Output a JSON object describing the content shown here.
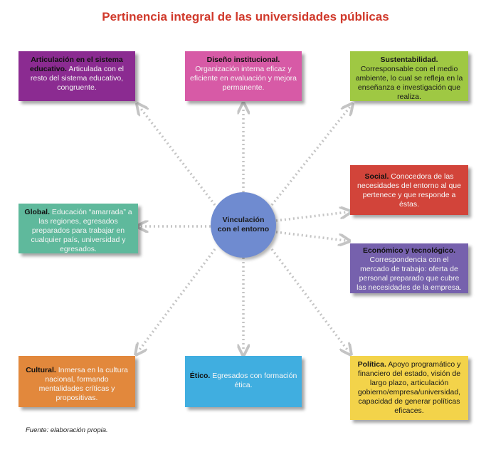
{
  "title": "Pertinencia integral de las universidades públicas",
  "center": {
    "line1": "Vinculación",
    "line2": "con el entorno"
  },
  "colors": {
    "title": "#d0392b",
    "connector": "#c4c4c4",
    "center": "#6f8bd0",
    "purple": "#8b2b91",
    "pink": "#d75aa6",
    "green": "#9fc843",
    "red": "#d2443a",
    "teal": "#5fb99c",
    "violet": "#7661ad",
    "orange": "#e2883c",
    "blue": "#40aee0",
    "yellow": "#f3d34a"
  },
  "boxes": {
    "articulacion": {
      "heading": "Articulación en el sistema educativo.",
      "body": " Articulada con el resto del sistema educativo, congruente."
    },
    "diseno": {
      "heading": "Diseño institucional.",
      "body": " Organización interna eficaz y eficiente en evaluación y mejora permanente."
    },
    "sustentabilidad": {
      "heading": "Sustentabilidad.",
      "body": " Corresponsable con el medio ambiente, lo cual se refleja en la enseñanza e investigación que realiza."
    },
    "social": {
      "heading": "Social.",
      "body": " Conocedora de las necesidades del entorno al que pertenece y que responde a éstas."
    },
    "global": {
      "heading": "Global.",
      "body": " Educación “amarrada” a las regiones, egresados preparados para trabajar en cualquier país, universidad y egresados."
    },
    "economico": {
      "heading": "Económico y tecnológico.",
      "body": " Correspondencia con el mercado de trabajo: oferta de personal preparado que cubre las necesidades de la empresa."
    },
    "cultural": {
      "heading": "Cultural.",
      "body": " Inmersa en la cultura nacional, formando mentalidades críticas y propositivas."
    },
    "etico": {
      "heading": "Ético.",
      "body": " Egresados con formación ética."
    },
    "politica": {
      "heading": "Política.",
      "body": " Apoyo programático y financiero del estado, visión de largo plazo, articulación gobierno/empresa/universidad, capacidad de generar políticas eficaces."
    }
  },
  "source": "Fuente: elaboración propia."
}
